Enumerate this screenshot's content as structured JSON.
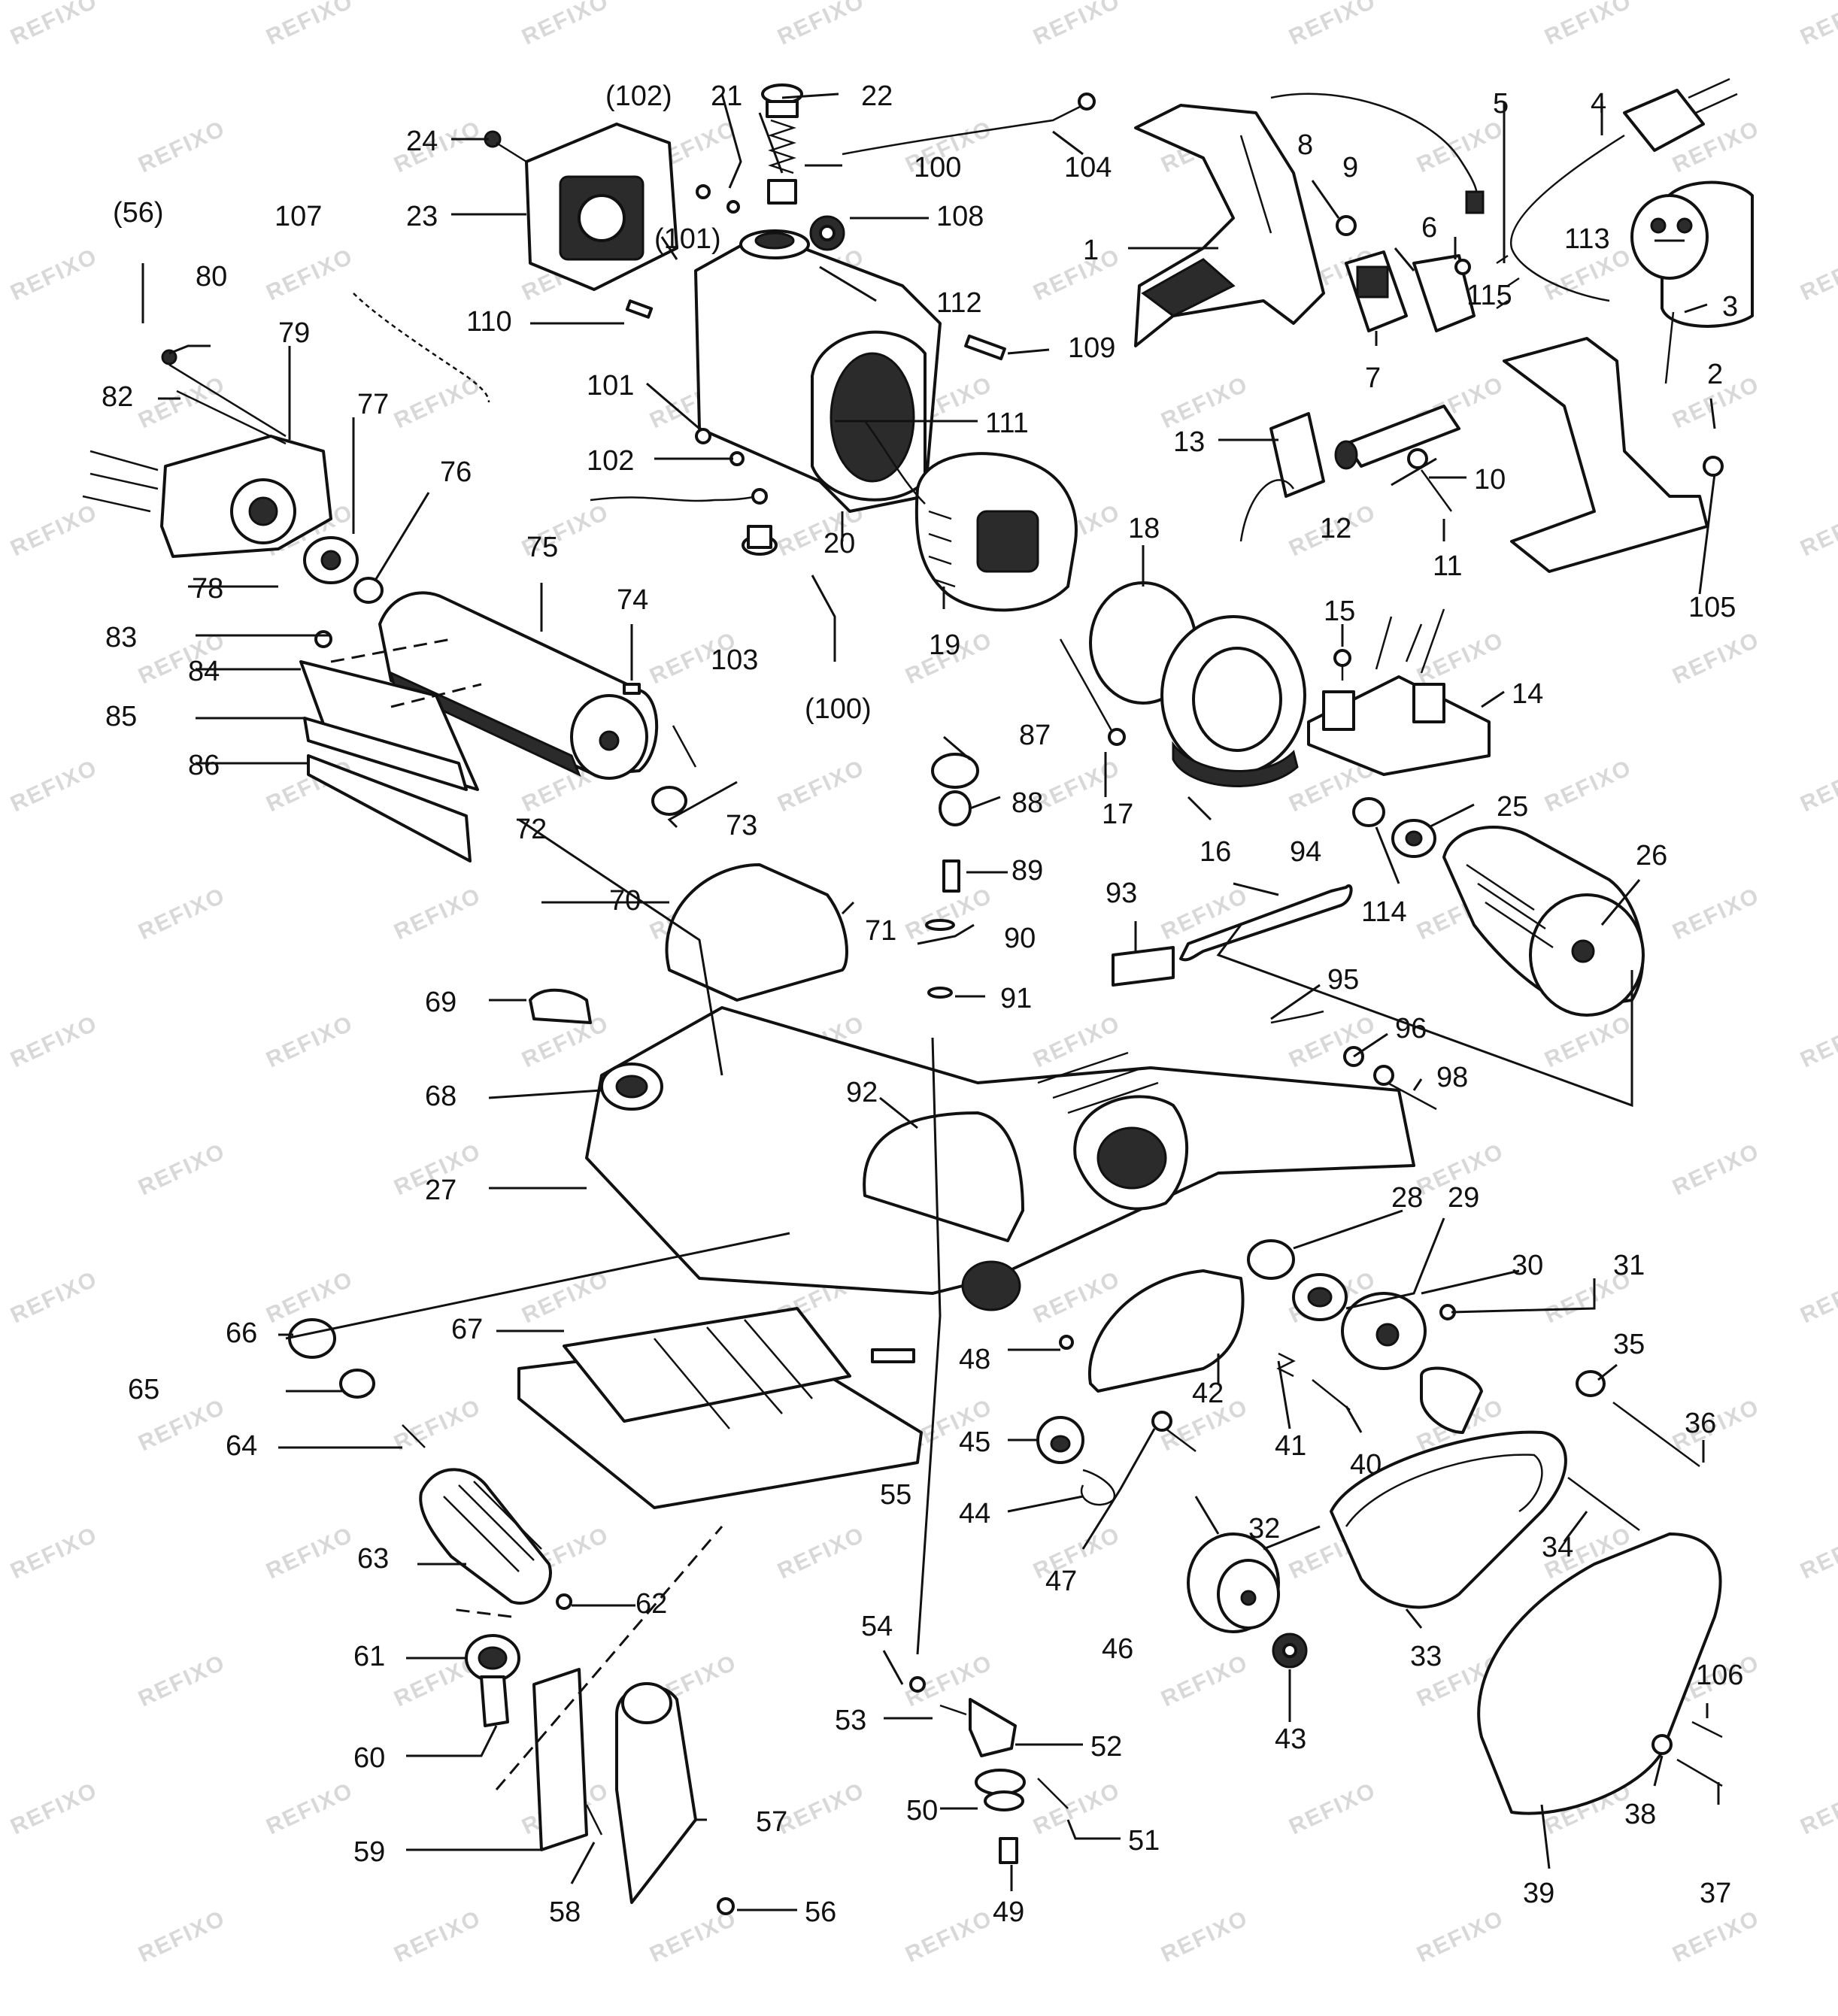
{
  "watermark": "REFIXO",
  "callouts": [
    {
      "id": "c1",
      "text": "1"
    },
    {
      "id": "c2",
      "text": "2"
    },
    {
      "id": "c3",
      "text": "3"
    },
    {
      "id": "c4",
      "text": "4"
    },
    {
      "id": "c5",
      "text": "5"
    },
    {
      "id": "c6",
      "text": "6"
    },
    {
      "id": "c7",
      "text": "7"
    },
    {
      "id": "c8",
      "text": "8"
    },
    {
      "id": "c9",
      "text": "9"
    },
    {
      "id": "c10",
      "text": "10"
    },
    {
      "id": "c11",
      "text": "11"
    },
    {
      "id": "c12",
      "text": "12"
    },
    {
      "id": "c13",
      "text": "13"
    },
    {
      "id": "c14",
      "text": "14"
    },
    {
      "id": "c15",
      "text": "15"
    },
    {
      "id": "c16",
      "text": "16"
    },
    {
      "id": "c17",
      "text": "17"
    },
    {
      "id": "c18",
      "text": "18"
    },
    {
      "id": "c19",
      "text": "19"
    },
    {
      "id": "c20",
      "text": "20"
    },
    {
      "id": "c21",
      "text": "21"
    },
    {
      "id": "c22",
      "text": "22"
    },
    {
      "id": "c23",
      "text": "23"
    },
    {
      "id": "c24",
      "text": "24"
    },
    {
      "id": "c25",
      "text": "25"
    },
    {
      "id": "c26",
      "text": "26"
    },
    {
      "id": "c27",
      "text": "27"
    },
    {
      "id": "c28",
      "text": "28"
    },
    {
      "id": "c29",
      "text": "29"
    },
    {
      "id": "c30",
      "text": "30"
    },
    {
      "id": "c31",
      "text": "31"
    },
    {
      "id": "c32",
      "text": "32"
    },
    {
      "id": "c33",
      "text": "33"
    },
    {
      "id": "c34",
      "text": "34"
    },
    {
      "id": "c35",
      "text": "35"
    },
    {
      "id": "c36",
      "text": "36"
    },
    {
      "id": "c37",
      "text": "37"
    },
    {
      "id": "c38",
      "text": "38"
    },
    {
      "id": "c39",
      "text": "39"
    },
    {
      "id": "c40",
      "text": "40"
    },
    {
      "id": "c41",
      "text": "41"
    },
    {
      "id": "c42",
      "text": "42"
    },
    {
      "id": "c43",
      "text": "43"
    },
    {
      "id": "c44",
      "text": "44"
    },
    {
      "id": "c45",
      "text": "45"
    },
    {
      "id": "c46",
      "text": "46"
    },
    {
      "id": "c47",
      "text": "47"
    },
    {
      "id": "c48",
      "text": "48"
    },
    {
      "id": "c49",
      "text": "49"
    },
    {
      "id": "c50",
      "text": "50"
    },
    {
      "id": "c51",
      "text": "51"
    },
    {
      "id": "c52",
      "text": "52"
    },
    {
      "id": "c53",
      "text": "53"
    },
    {
      "id": "c54",
      "text": "54"
    },
    {
      "id": "c55",
      "text": "55"
    },
    {
      "id": "c56",
      "text": "56"
    },
    {
      "id": "c56p",
      "text": "(56)"
    },
    {
      "id": "c57",
      "text": "57"
    },
    {
      "id": "c58",
      "text": "58"
    },
    {
      "id": "c59",
      "text": "59"
    },
    {
      "id": "c60",
      "text": "60"
    },
    {
      "id": "c61",
      "text": "61"
    },
    {
      "id": "c62",
      "text": "62"
    },
    {
      "id": "c63",
      "text": "63"
    },
    {
      "id": "c64",
      "text": "64"
    },
    {
      "id": "c65",
      "text": "65"
    },
    {
      "id": "c66",
      "text": "66"
    },
    {
      "id": "c67",
      "text": "67"
    },
    {
      "id": "c68",
      "text": "68"
    },
    {
      "id": "c69",
      "text": "69"
    },
    {
      "id": "c70",
      "text": "70"
    },
    {
      "id": "c71",
      "text": "71"
    },
    {
      "id": "c72",
      "text": "72"
    },
    {
      "id": "c73",
      "text": "73"
    },
    {
      "id": "c74",
      "text": "74"
    },
    {
      "id": "c75",
      "text": "75"
    },
    {
      "id": "c76",
      "text": "76"
    },
    {
      "id": "c77",
      "text": "77"
    },
    {
      "id": "c78",
      "text": "78"
    },
    {
      "id": "c79",
      "text": "79"
    },
    {
      "id": "c80",
      "text": "80"
    },
    {
      "id": "c82",
      "text": "82"
    },
    {
      "id": "c83",
      "text": "83"
    },
    {
      "id": "c84",
      "text": "84"
    },
    {
      "id": "c85",
      "text": "85"
    },
    {
      "id": "c86",
      "text": "86"
    },
    {
      "id": "c87",
      "text": "87"
    },
    {
      "id": "c88",
      "text": "88"
    },
    {
      "id": "c89",
      "text": "89"
    },
    {
      "id": "c90",
      "text": "90"
    },
    {
      "id": "c91",
      "text": "91"
    },
    {
      "id": "c92",
      "text": "92"
    },
    {
      "id": "c93",
      "text": "93"
    },
    {
      "id": "c94",
      "text": "94"
    },
    {
      "id": "c95",
      "text": "95"
    },
    {
      "id": "c96",
      "text": "96"
    },
    {
      "id": "c98",
      "text": "98"
    },
    {
      "id": "c100",
      "text": "100"
    },
    {
      "id": "c100p",
      "text": "(100)"
    },
    {
      "id": "c101",
      "text": "101"
    },
    {
      "id": "c101p",
      "text": "(101)"
    },
    {
      "id": "c102",
      "text": "102"
    },
    {
      "id": "c102p",
      "text": "(102)"
    },
    {
      "id": "c103",
      "text": "103"
    },
    {
      "id": "c104",
      "text": "104"
    },
    {
      "id": "c105",
      "text": "105"
    },
    {
      "id": "c106",
      "text": "106"
    },
    {
      "id": "c107",
      "text": "107"
    },
    {
      "id": "c108",
      "text": "108"
    },
    {
      "id": "c109",
      "text": "109"
    },
    {
      "id": "c110",
      "text": "110"
    },
    {
      "id": "c111",
      "text": "111"
    },
    {
      "id": "c112",
      "text": "112"
    },
    {
      "id": "c113",
      "text": "113"
    },
    {
      "id": "c114",
      "text": "114"
    },
    {
      "id": "c115",
      "text": "115"
    }
  ]
}
